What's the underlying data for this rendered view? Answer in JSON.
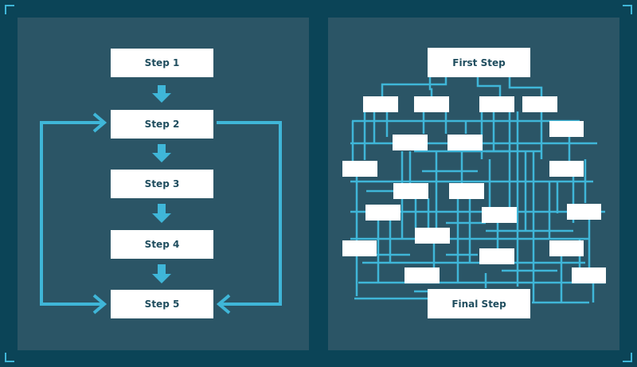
{
  "left_flow": {
    "steps": [
      "Step 1",
      "Step 2",
      "Step 3",
      "Step 4",
      "Step 5"
    ]
  },
  "right_flow": {
    "start_label": "First Step",
    "end_label": "Final Step"
  },
  "colors": {
    "background": "#0b4457",
    "panel": "#2b5566",
    "accent": "#3fb6d8",
    "box": "#ffffff",
    "box_text": "#1f4d5e"
  }
}
